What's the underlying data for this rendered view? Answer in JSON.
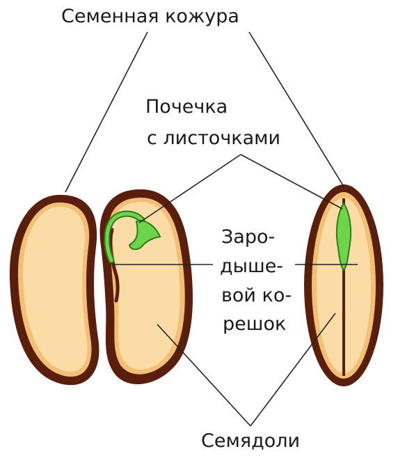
{
  "labels": {
    "seed_coat": "Семенная кожура",
    "bud_line1": "Почечка",
    "bud_line2": "с листочками",
    "root_line1": "Заро-",
    "root_line2": "дыше-",
    "root_line3": "вой ко-",
    "root_line4": "решок",
    "cotyledons": "Семядоли"
  },
  "colors": {
    "seed_coat": "#5a1e0c",
    "cotyledon_fill": "#fcdca6",
    "cotyledon_rim": "#f3bf74",
    "embryo_green": "#6ed44a",
    "embryo_outline": "#2f7a1c",
    "leader_line": "#222222"
  }
}
